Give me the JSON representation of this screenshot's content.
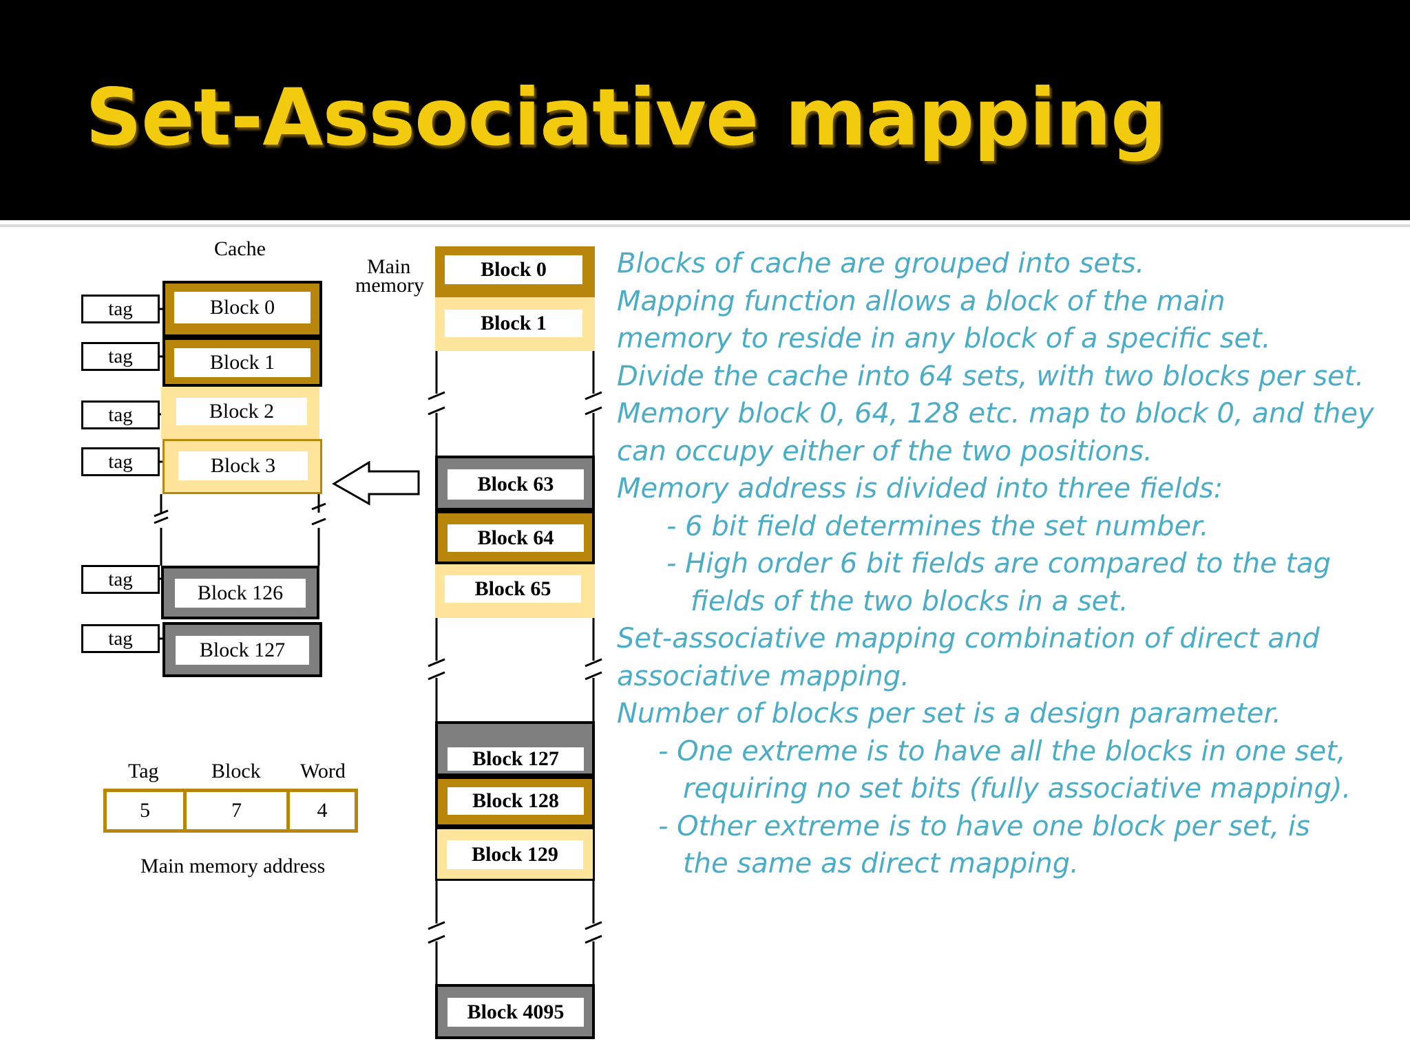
{
  "title": "Set-Associative mapping",
  "cache": {
    "label": "Cache",
    "tag_label": "tag",
    "blocks": [
      "Block 0",
      "Block 1",
      "Block 2",
      "Block  3",
      "Block 126",
      "Block 127"
    ]
  },
  "main_memory": {
    "label_line1": "Main",
    "label_line2": "memory",
    "blocks": [
      "Block 0",
      "Block 1",
      "Block 63",
      "Block 64",
      "Block 65",
      "Block 127",
      "Block 128",
      "Block 129",
      "Block 4095"
    ]
  },
  "address": {
    "fields": [
      {
        "name": "Tag",
        "bits": "5"
      },
      {
        "name": "Block",
        "bits": "7"
      },
      {
        "name": "Word",
        "bits": "4"
      }
    ],
    "caption": "Main memory address"
  },
  "bullets": [
    "Blocks of cache are grouped into sets.",
    "Mapping function allows a block of the main",
    "memory to reside in any block of a specific set.",
    "Divide the cache into 64 sets, with two blocks per set.",
    "Memory block 0, 64, 128 etc. map to block 0, and they",
    "can occupy either of the two positions.",
    "Memory address is divided into three fields:",
    "- 6 bit field determines the set number.",
    "- High order 6 bit fields are compared to the tag",
    "fields of the two blocks in a set.",
    "Set-associative mapping combination of direct and",
    "associative mapping.",
    "Number of blocks per set is a design parameter.",
    "- One extreme is to have all the blocks in one set,",
    "requiring no set bits (fully associative mapping).",
    "- Other extreme is to have one block per set, is",
    "the same as direct mapping."
  ],
  "colors": {
    "title": "#f2cb0e",
    "bullet_text": "#4bacc6",
    "block_dark": "#b8860b",
    "block_light": "#ffe49b",
    "block_gray": "#7f7f7f"
  }
}
